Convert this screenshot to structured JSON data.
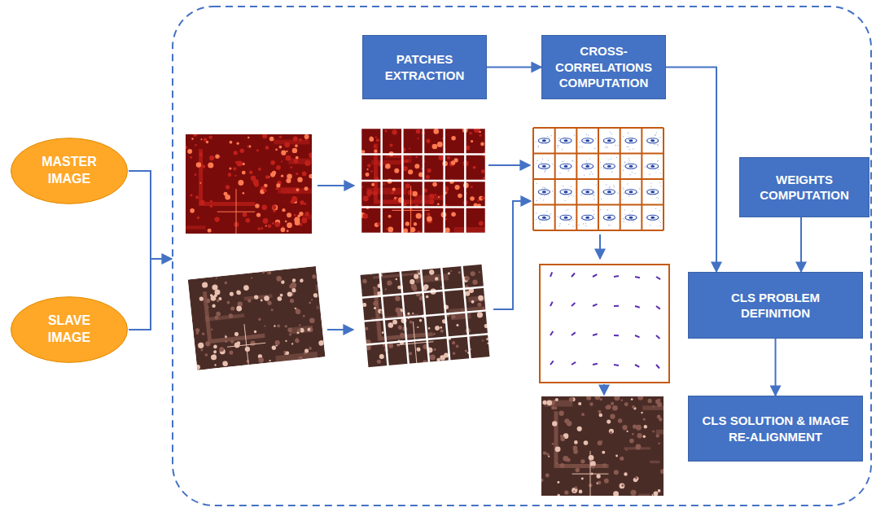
{
  "diagram": {
    "nodes": [
      {
        "text": [
          "MASTER IMAGE"
        ]
      },
      {
        "text": [
          "SLAVE IMAGE"
        ]
      },
      {
        "text": [
          "PATCHES EXTRACTION"
        ]
      },
      {
        "text": [
          "CROSS-CORRELATIONS COMPUTATION"
        ]
      },
      {
        "text": [
          "WEIGHTS COMPUTATION"
        ]
      },
      {
        "text": [
          "CLS PROBLEM DEFINITION"
        ]
      },
      {
        "text": [
          "CLS SOLUTION & IMAGE RE-ALIGNMENT"
        ]
      }
    ],
    "edges": [
      {
        "from": 2,
        "to": 3,
        "arrow": "to"
      },
      {
        "from": 3,
        "to": 5,
        "arrow": "to"
      },
      {
        "from": 4,
        "to": 5,
        "arrow": "to"
      },
      {
        "from": 5,
        "to": 6,
        "arrow": "to"
      }
    ]
  }
}
